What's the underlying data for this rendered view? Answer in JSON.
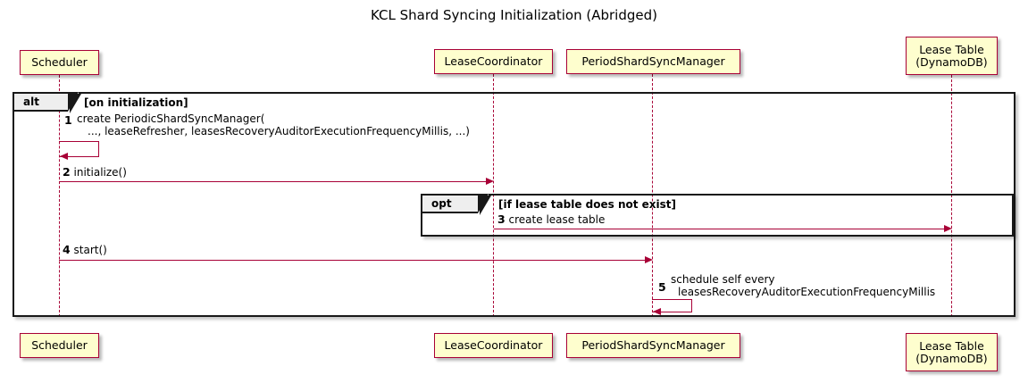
{
  "title": "KCL Shard Syncing Initialization (Abridged)",
  "colors": {
    "participant_fill": "#FEFECE",
    "participant_border": "#A80036",
    "arrow": "#A80036",
    "frame_border": "#181818",
    "frame_label_fill": "#EEEEEE",
    "background": "#FFFFFF"
  },
  "participants": [
    {
      "id": "scheduler",
      "label": "Scheduler"
    },
    {
      "id": "leasecoord",
      "label": "LeaseCoordinator"
    },
    {
      "id": "psm",
      "label": "PeriodShardSyncManager"
    },
    {
      "id": "leasetable",
      "label": "Lease Table\n(DynamoDB)"
    }
  ],
  "fragments": [
    {
      "id": "alt",
      "keyword": "alt",
      "condition": "[on initialization]"
    },
    {
      "id": "opt",
      "keyword": "opt",
      "condition": "[if lease table does not exist]"
    }
  ],
  "messages": [
    {
      "seq": "1",
      "from": "scheduler",
      "to": "scheduler",
      "self": true,
      "text_line1": "create PeriodicShardSyncManager(",
      "text_line2": "..., leaseRefresher, leasesRecoveryAuditorExecutionFrequencyMillis, ...)"
    },
    {
      "seq": "2",
      "from": "scheduler",
      "to": "leasecoord",
      "self": false,
      "text_line1": "initialize()",
      "text_line2": ""
    },
    {
      "seq": "3",
      "from": "leasecoord",
      "to": "leasetable",
      "self": false,
      "text_line1": "create lease table",
      "text_line2": ""
    },
    {
      "seq": "4",
      "from": "scheduler",
      "to": "psm",
      "self": false,
      "text_line1": "start()",
      "text_line2": ""
    },
    {
      "seq": "5",
      "from": "psm",
      "to": "psm",
      "self": true,
      "text_line1": "schedule self every",
      "text_line2": "leasesRecoveryAuditorExecutionFrequencyMillis"
    }
  ]
}
